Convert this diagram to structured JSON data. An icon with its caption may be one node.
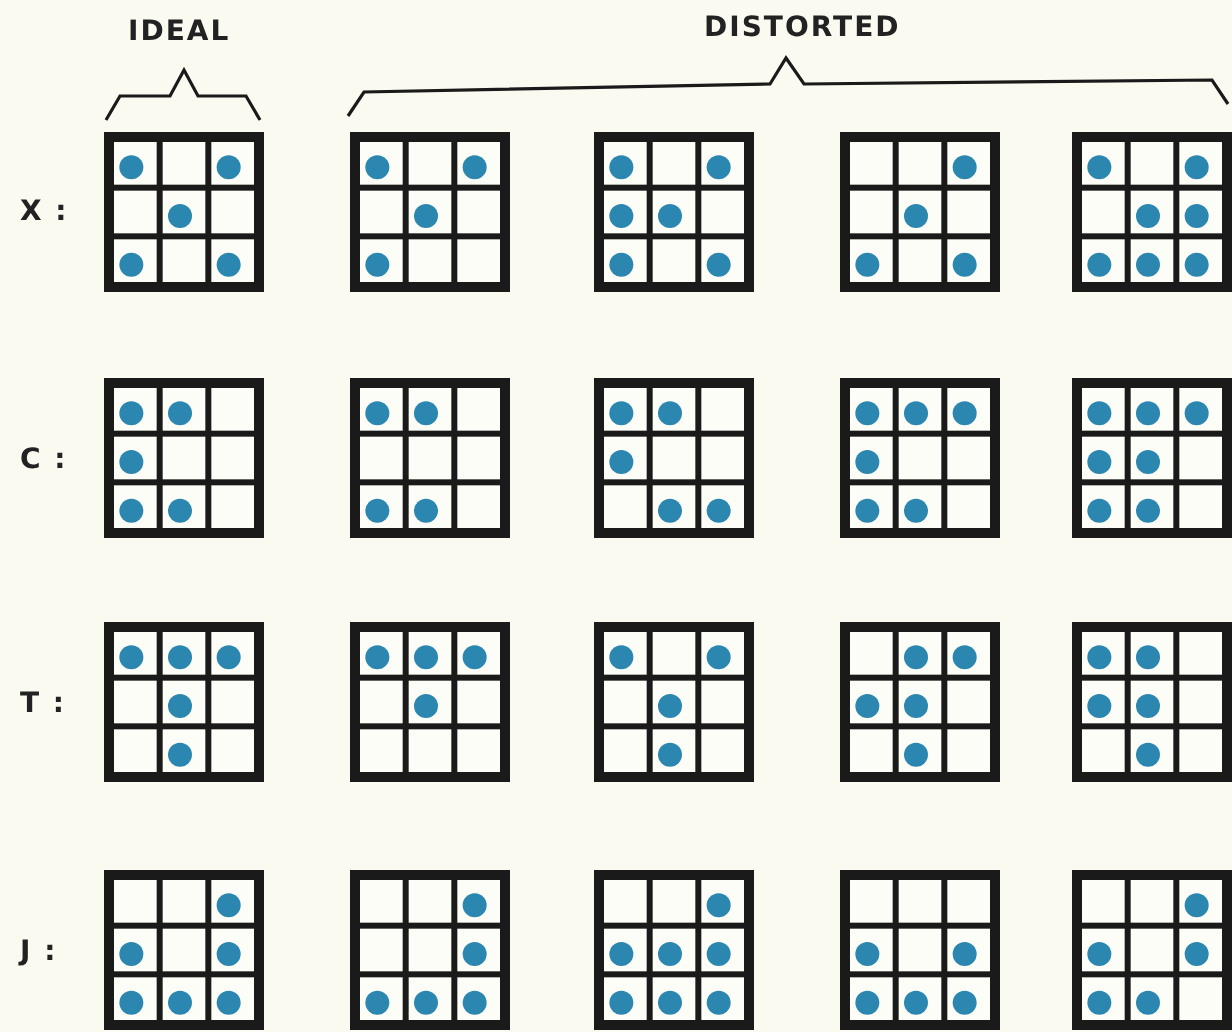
{
  "diagram": {
    "nodes": [
      {
        "text": [],
        "shape": "box"
      },
      {
        "text": [],
        "shape": "box"
      },
      {
        "text": [],
        "shape": "box"
      },
      {
        "text": [],
        "shape": "box"
      },
      {
        "text": [],
        "shape": "box"
      },
      {
        "text": [],
        "shape": "box"
      },
      {
        "text": [],
        "shape": "box"
      },
      {
        "text": [],
        "shape": "box"
      },
      {
        "text": [],
        "shape": "box"
      },
      {
        "text": [],
        "shape": "box"
      },
      {
        "text": [],
        "shape": "box"
      },
      {
        "text": [],
        "shape": "box"
      },
      {
        "text": [],
        "shape": "box"
      },
      {
        "text": [],
        "shape": "box"
      },
      {
        "text": [],
        "shape": "box"
      },
      {
        "text": [],
        "shape": "box"
      },
      {
        "text": [],
        "shape": "box"
      },
      {
        "text": [],
        "shape": "box"
      },
      {
        "text": [],
        "shape": "box"
      },
      {
        "text": [],
        "shape": "box"
      }
    ],
    "edges": [],
    "labels": [
      "IDEAL",
      "DISTORTED",
      "X :",
      "C :",
      "T :",
      "J :"
    ]
  }
}
